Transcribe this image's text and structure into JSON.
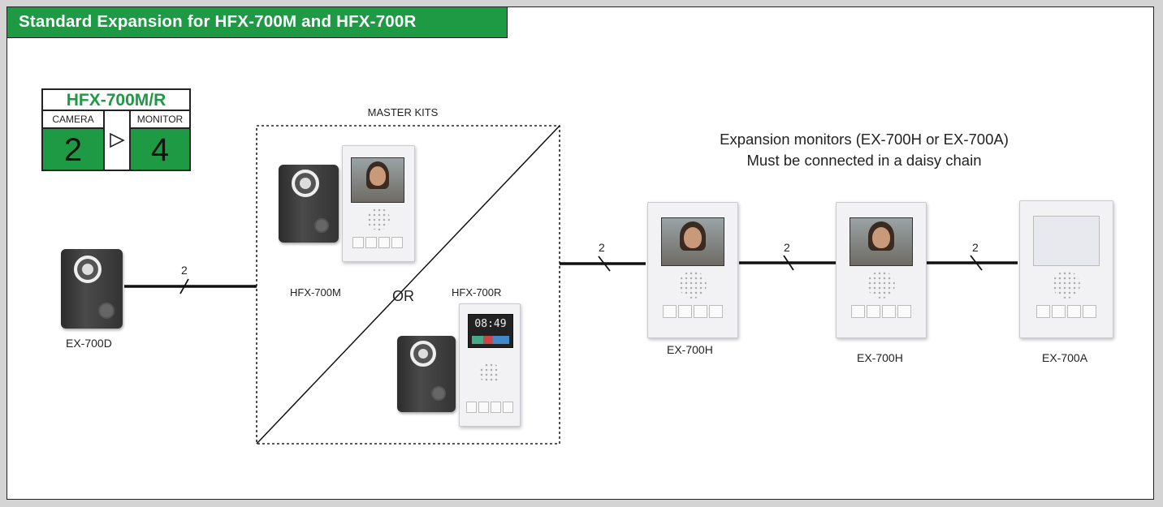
{
  "title": "Standard Expansion for HFX-700M and HFX-700R",
  "spec": {
    "model": "HFX-700M/R",
    "camera_label": "CAMERA",
    "monitor_label": "MONITOR",
    "camera_count": "2",
    "monitor_count": "4"
  },
  "master_kits_label": "MASTER KITS",
  "or_label": "OR",
  "expansion_note": {
    "line1": "Expansion monitors (EX-700H or EX-700A)",
    "line2": "Must be connected in a daisy chain"
  },
  "devices": {
    "door_station": "EX-700D",
    "master_m": "HFX-700M",
    "master_r": "HFX-700R",
    "monitor_1": "EX-700H",
    "monitor_2": "EX-700H",
    "monitor_3": "EX-700A"
  },
  "wire_counts": [
    "2",
    "2",
    "2",
    "2"
  ],
  "clock_display": "08:49",
  "colors": {
    "brand_green": "#1f9a44",
    "line": "#111111"
  }
}
